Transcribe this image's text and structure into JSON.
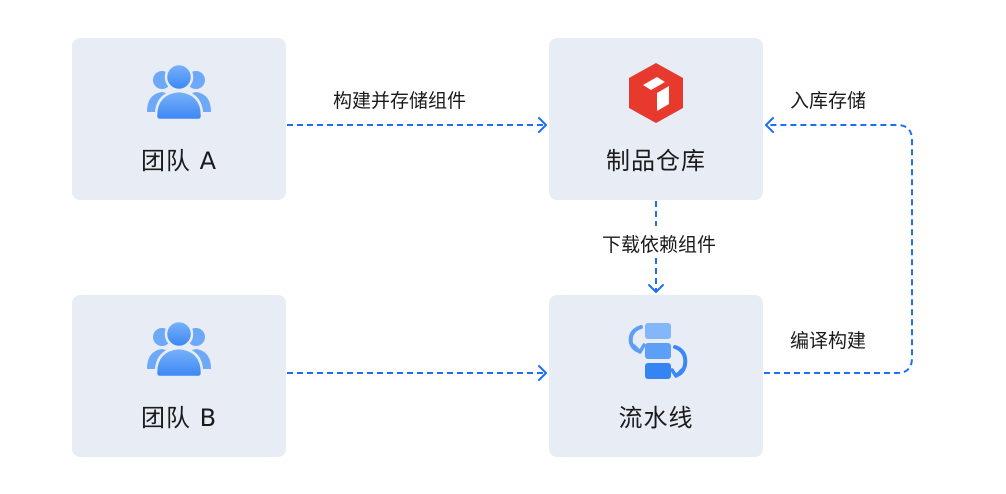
{
  "diagram": {
    "nodes": {
      "team_a": {
        "label": "团队 A",
        "icon": "team-icon"
      },
      "team_b": {
        "label": "团队 B",
        "icon": "team-icon"
      },
      "warehouse": {
        "label": "制品仓库",
        "icon": "package-box-icon"
      },
      "pipeline": {
        "label": "流水线",
        "icon": "pipeline-stack-icon"
      }
    },
    "edges": {
      "a_to_warehouse": {
        "label": "构建并存储组件",
        "from": "团队 A",
        "to": "制品仓库"
      },
      "b_to_pipeline": {
        "label": "",
        "from": "团队 B",
        "to": "流水线"
      },
      "warehouse_to_pipeline": {
        "label": "下载依赖组件",
        "from": "制品仓库",
        "to": "流水线"
      },
      "pipeline_to_warehouse_build": {
        "label": "编译构建",
        "from": "流水线",
        "to": "制品仓库"
      },
      "pipeline_to_warehouse_store": {
        "label": "入库存储"
      }
    },
    "colors": {
      "node_bg": "#e8edf5",
      "edge": "#1e6ef4",
      "team_icon": "#4a90f5",
      "warehouse_icon": "#e8392e",
      "pipeline_icon": "#4a90f5"
    }
  }
}
